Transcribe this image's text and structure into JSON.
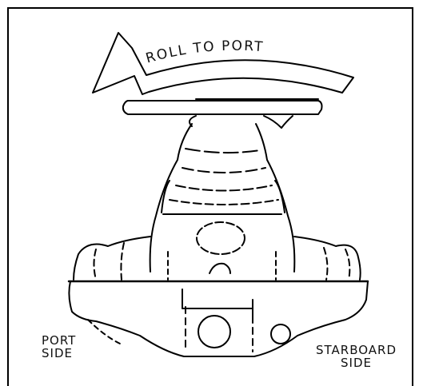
{
  "diagram": {
    "arrow_label": "ROLL TO PORT",
    "port_label": [
      "PORT",
      "SIDE"
    ],
    "starboard_label": [
      "STARBOARD",
      "SIDE"
    ],
    "line_color": "#000000",
    "background_color": "#ffffff"
  }
}
